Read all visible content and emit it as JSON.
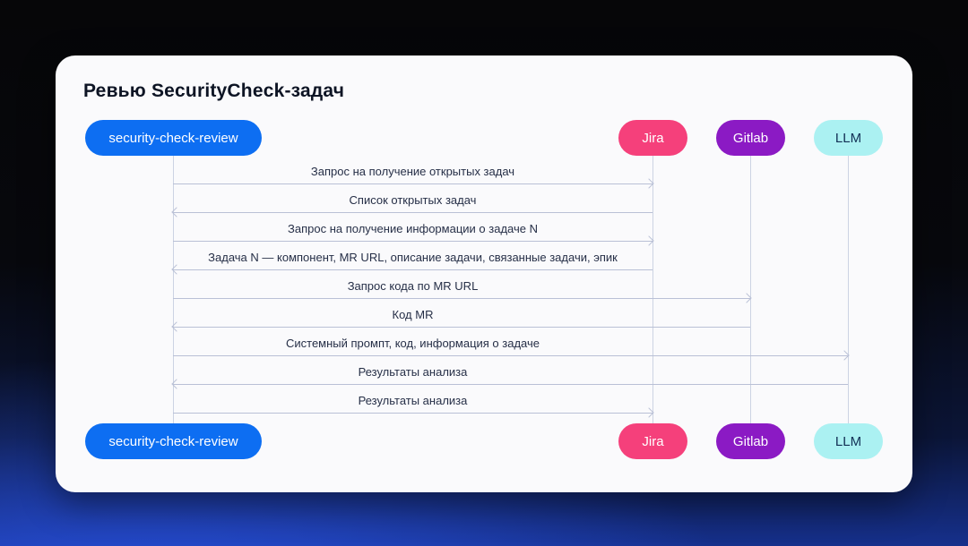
{
  "title": "Ревью SecurityCheck-задач",
  "colors": {
    "actor_blue": "#0d6ef2",
    "actor_pink": "#f5407b",
    "actor_purple": "#8b1ac4",
    "actor_cyan": "#abf1f2",
    "arrow": "#b9c0d6",
    "card_bg": "#fafafc",
    "background_bottom_glow": "#2b55e8"
  },
  "actors": [
    {
      "label": "security-check-review",
      "color": "#0d6ef2",
      "text_color": "#ffffff"
    },
    {
      "label": "Jira",
      "color": "#f5407b",
      "text_color": "#ffffff"
    },
    {
      "label": "Gitlab",
      "color": "#8b1ac4",
      "text_color": "#ffffff"
    },
    {
      "label": "LLM",
      "color": "#abf1f2",
      "text_color": "#123055"
    }
  ],
  "messages": [
    {
      "label": "Запрос на получение открытых задач",
      "from": "security-check-review",
      "to": "Jira",
      "direction": "right"
    },
    {
      "label": "Список открытых задач",
      "from": "Jira",
      "to": "security-check-review",
      "direction": "left"
    },
    {
      "label": "Запрос на получение информации о задаче N",
      "from": "security-check-review",
      "to": "Jira",
      "direction": "right"
    },
    {
      "label": "Задача N — компонент, MR URL, описание задачи, связанные задачи, эпик",
      "from": "Jira",
      "to": "security-check-review",
      "direction": "left"
    },
    {
      "label": "Запрос кода по MR URL",
      "from": "security-check-review",
      "to": "Gitlab",
      "direction": "right"
    },
    {
      "label": "Код MR",
      "from": "Gitlab",
      "to": "security-check-review",
      "direction": "left"
    },
    {
      "label": "Системный промпт, код, информация о задаче",
      "from": "security-check-review",
      "to": "LLM",
      "direction": "right"
    },
    {
      "label": "Результаты анализа",
      "from": "LLM",
      "to": "security-check-review",
      "direction": "left"
    },
    {
      "label": "Результаты анализа",
      "from": "security-check-review",
      "to": "Jira",
      "direction": "right"
    }
  ]
}
